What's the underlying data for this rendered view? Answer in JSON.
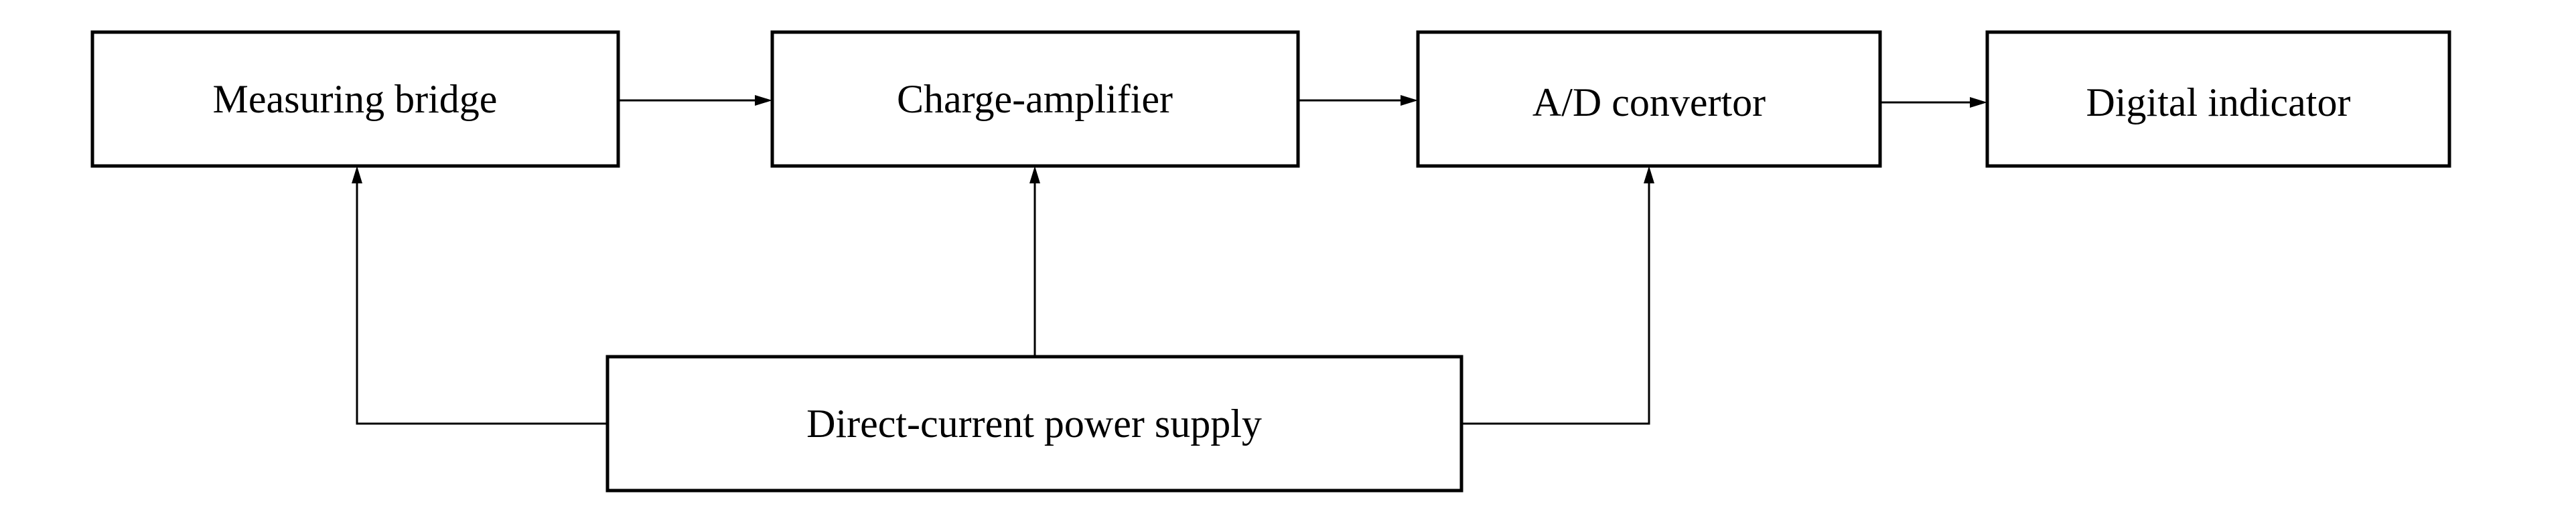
{
  "blocks": {
    "measuring_bridge": "Measuring bridge",
    "charge_amplifier": "Charge-amplifier",
    "ad_convertor": "A/D convertor",
    "digital_indicator": "Digital indicator",
    "power_supply": "Direct-current power supply"
  },
  "connections": [
    {
      "from": "Measuring bridge",
      "to": "Charge-amplifier"
    },
    {
      "from": "Charge-amplifier",
      "to": "A/D convertor"
    },
    {
      "from": "A/D convertor",
      "to": "Digital indicator"
    },
    {
      "from": "Direct-current power supply",
      "to": "Measuring bridge"
    },
    {
      "from": "Direct-current power supply",
      "to": "Charge-amplifier"
    },
    {
      "from": "Direct-current power supply",
      "to": "A/D convertor"
    }
  ],
  "colors": {
    "stroke": "#000000",
    "background": "#ffffff"
  }
}
